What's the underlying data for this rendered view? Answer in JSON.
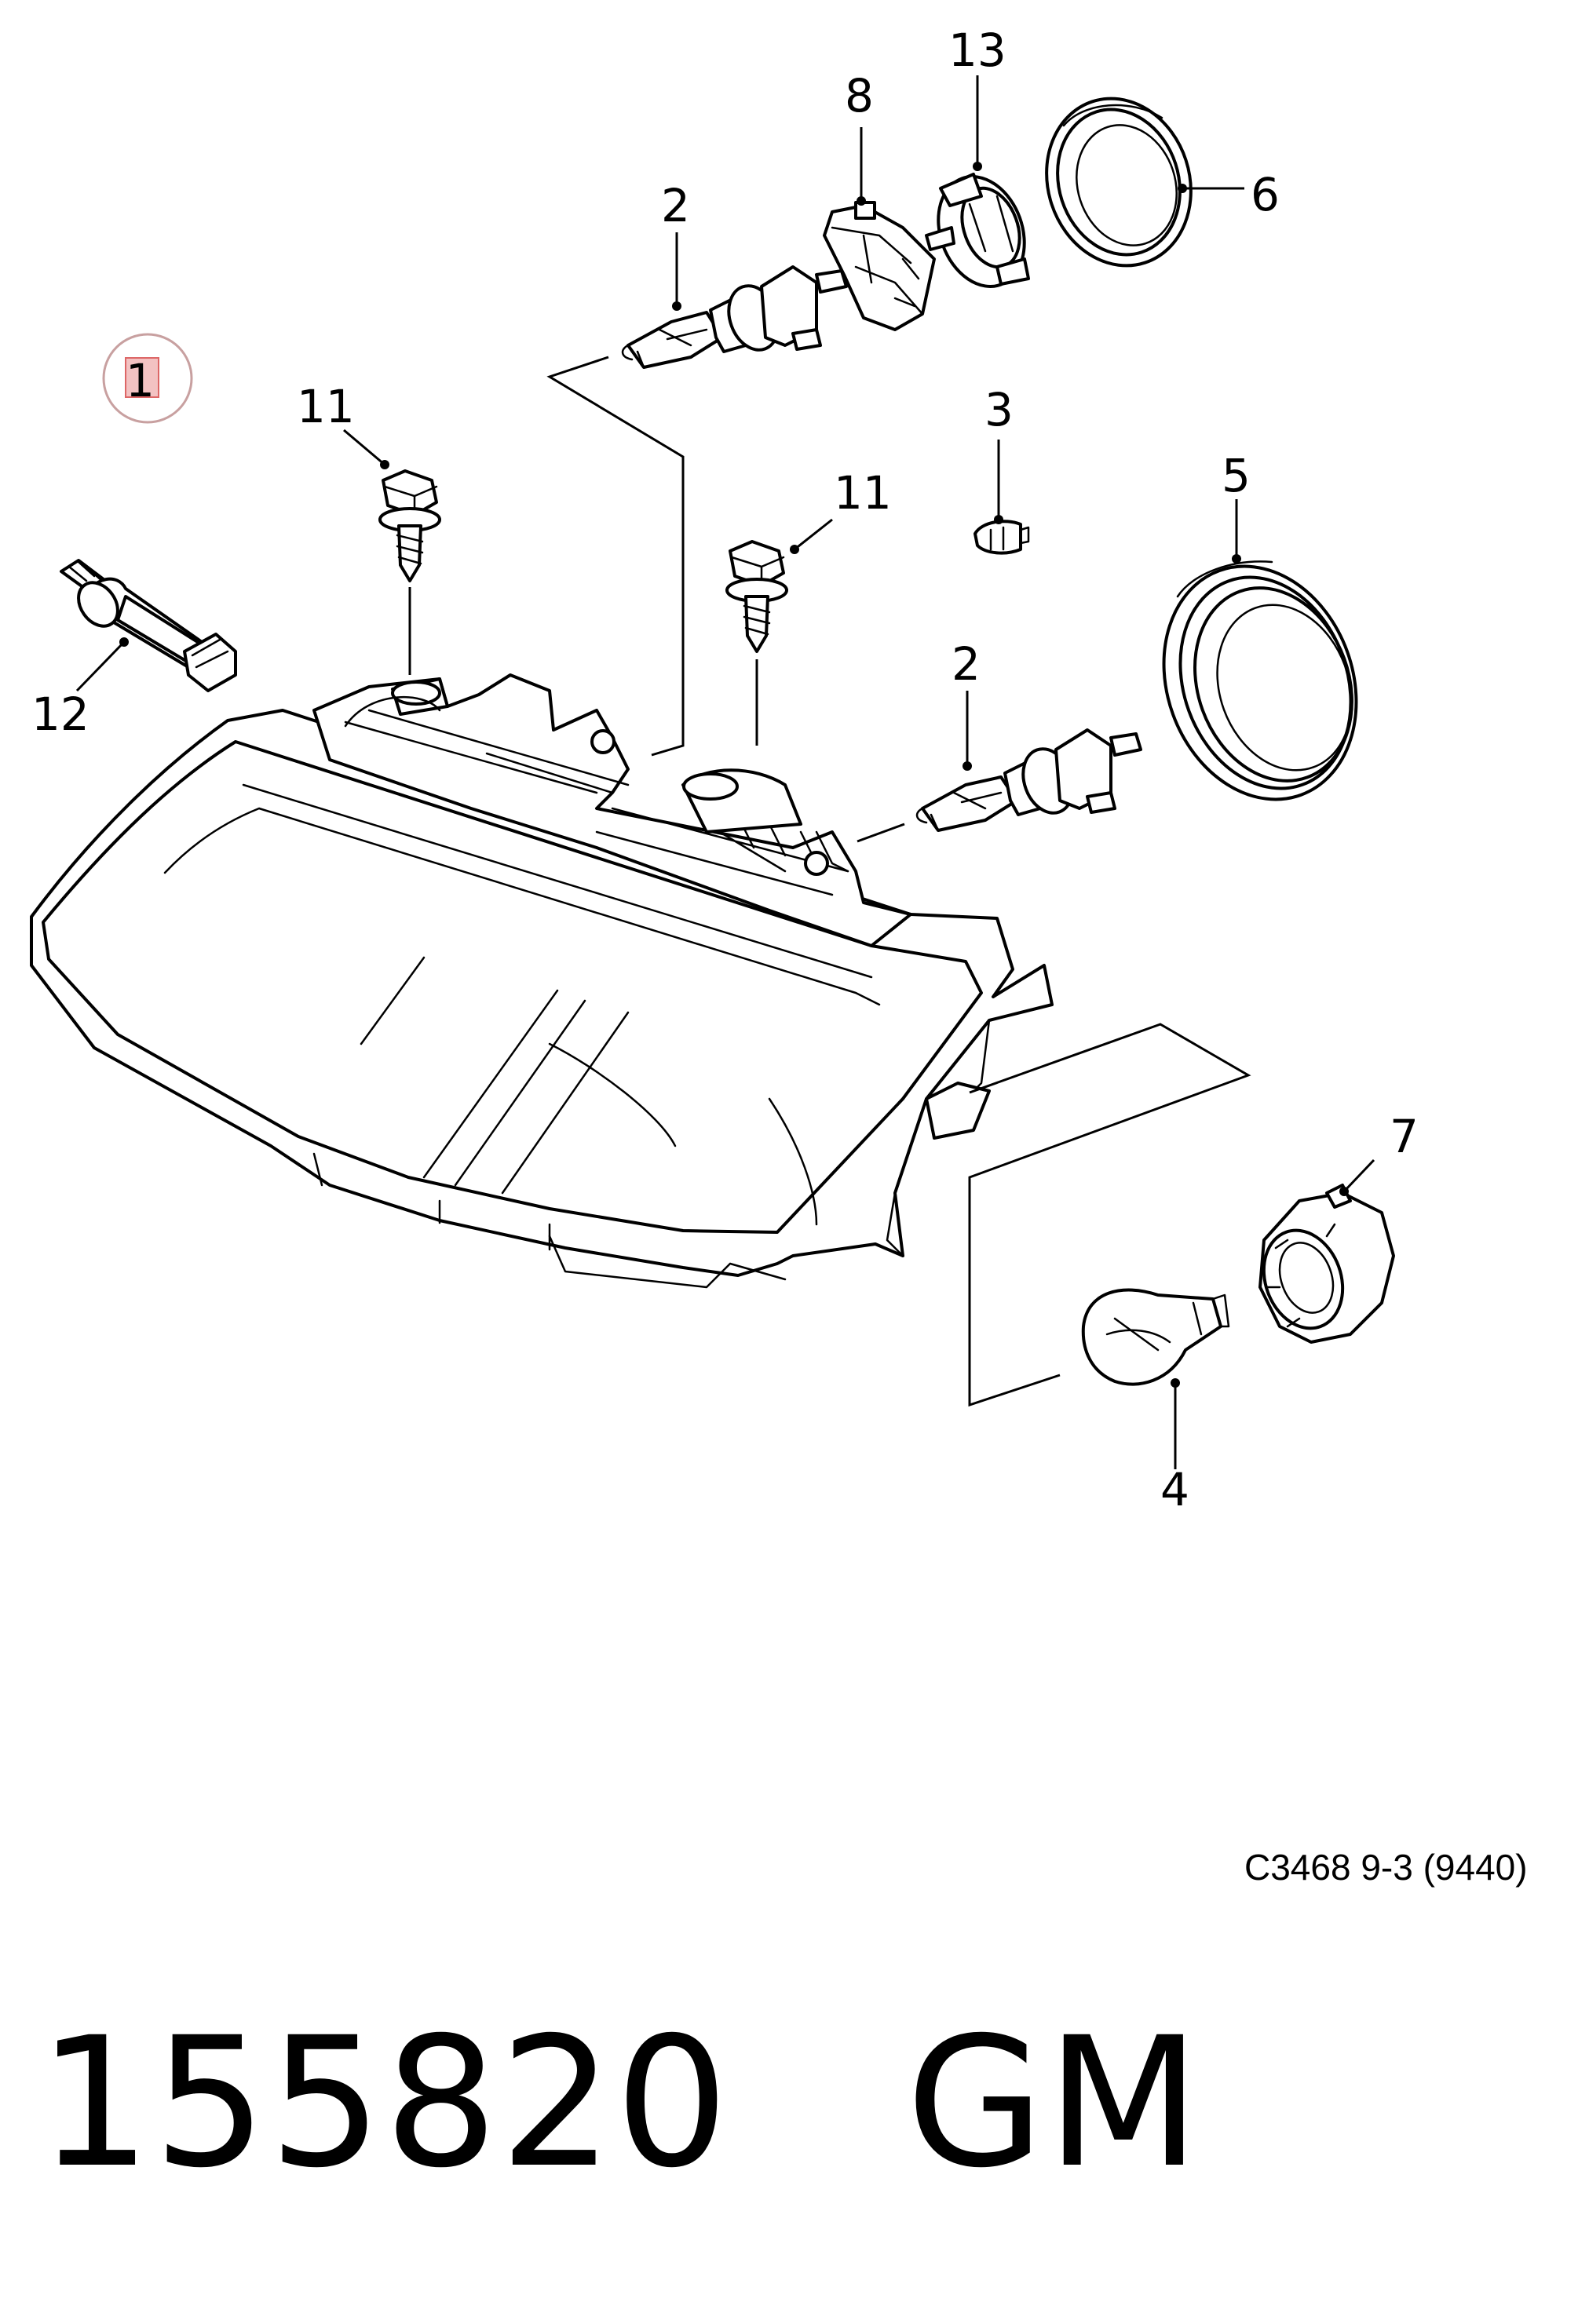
{
  "diagram": {
    "callouts": {
      "c1": "1",
      "c2a": "2",
      "c2b": "2",
      "c3": "3",
      "c4": "4",
      "c5": "5",
      "c6": "6",
      "c7": "7",
      "c8": "8",
      "c11a": "11",
      "c11b": "11",
      "c12": "12",
      "c13": "13"
    },
    "figure_ref": "C3468 9-3 (9440)",
    "part_number": "155820   GM"
  }
}
